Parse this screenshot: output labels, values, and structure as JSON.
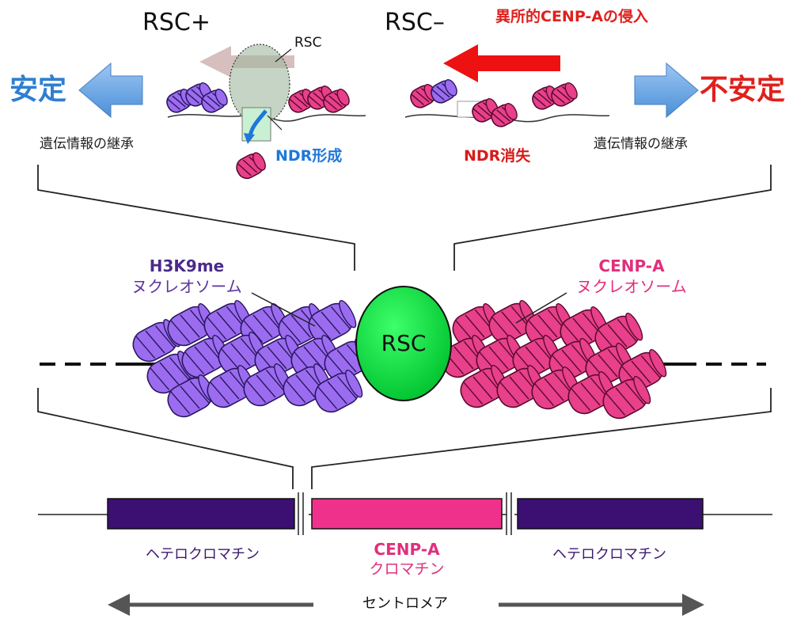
{
  "top_left": {
    "state": "RSC+",
    "rsc_label": "RSC",
    "result": "安定",
    "inheritance": "遺伝情報の継承",
    "ndr": "NDR形成"
  },
  "top_right": {
    "state": "RSC–",
    "invasion": "異所的CENP-Aの侵入",
    "result": "不安定",
    "inheritance": "遺伝情報の継承",
    "ndr": "NDR消失"
  },
  "middle": {
    "left_label_1": "H3K9me",
    "left_label_2": "ヌクレオソーム",
    "right_label_1": "CENP-A",
    "right_label_2": "ヌクレオソーム",
    "rsc": "RSC"
  },
  "bottom": {
    "left_block": "ヘテロクロマチン",
    "center_line_1": "CENP-A",
    "center_line_2": "クロマチン",
    "right_block": "ヘテロクロマチン",
    "centromere": "セントロメア"
  },
  "colors": {
    "purple_nucleosome": "#9b6cf0",
    "pink_nucleosome": "#e8408a",
    "heterochromatin_bar": "#3c0f72",
    "cenp_a_bar": "#f0318b",
    "rsc_green": "#00e03a",
    "stable_blue": "#2f7fd1",
    "unstable_red": "#e0201c",
    "label_purple": "#4b2a8a",
    "label_pink": "#e0307c"
  }
}
